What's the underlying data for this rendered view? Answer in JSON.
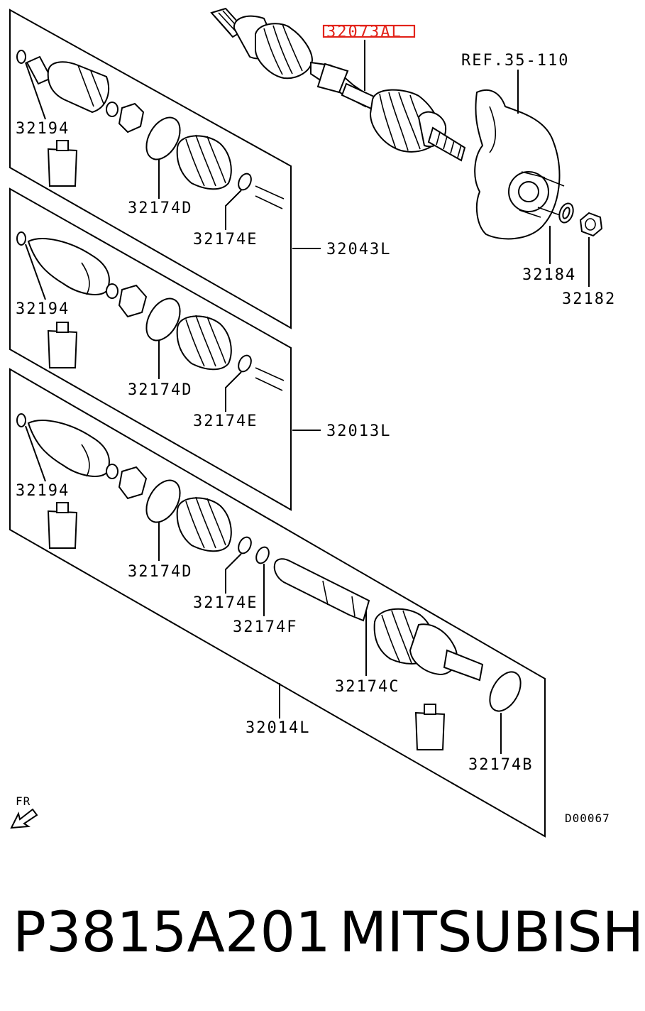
{
  "diagram": {
    "highlighted_part": "32073AL",
    "labels": {
      "ref_knuckle": "REF.35-110",
      "nut_washer": "32184",
      "nut": "32182",
      "kit_upper": "32043L",
      "kit_middle": "32013L",
      "kit_lower": "32014L",
      "snap_ring_1": "32194",
      "snap_ring_2": "32194",
      "snap_ring_3": "32194",
      "band_d_1": "32174D",
      "band_d_2": "32174D",
      "band_d_3": "32174D",
      "band_e_1": "32174E",
      "band_e_2": "32174E",
      "band_e_3": "32174E",
      "band_f": "32174F",
      "band_c": "32174C",
      "band_b": "32174B"
    },
    "orientation_label": "FR",
    "drawing_code": "D00067"
  },
  "footer": {
    "part_number": "P3815A201",
    "brand": "MITSUBISHI"
  }
}
